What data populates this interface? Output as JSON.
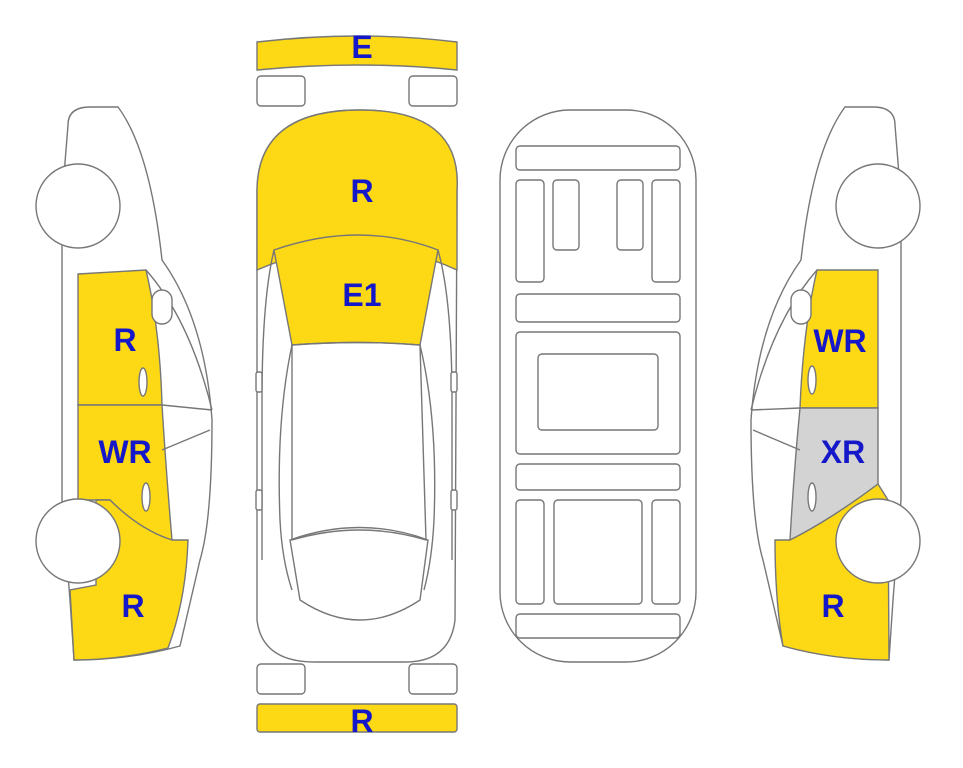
{
  "colors": {
    "damage_yellow": "#FCD914",
    "damage_grey": "#D3D3D3",
    "label_blue": "#1418C8",
    "outline": "#777777"
  },
  "labels": {
    "front_bumper": "E",
    "hood": "R",
    "windshield": "E1",
    "rear_bumper": "R",
    "left_front_door": "R",
    "left_rear_door": "WR",
    "left_rear_quarter": "R",
    "right_front_door": "WR",
    "right_rear_door": "XR",
    "right_rear_quarter": "R"
  }
}
